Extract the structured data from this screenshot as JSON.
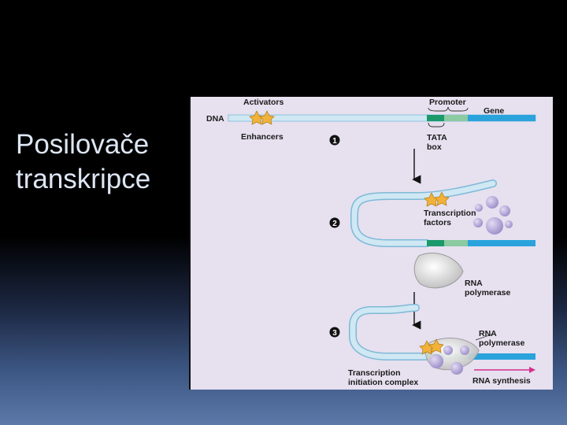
{
  "slide": {
    "title_line1": "Posilovače",
    "title_line2": "transkripce"
  },
  "figure": {
    "labels": {
      "activators": "Activators",
      "promoter": "Promoter",
      "gene": "Gene",
      "dna": "DNA",
      "enhancers": "Enhancers",
      "tata_line1": "TATA",
      "tata_line2": "box",
      "tf_line1": "Transcription",
      "tf_line2": "factors",
      "pol_line1": "RNA",
      "pol_line2": "polymerase",
      "pol3_line1": "RNA",
      "pol3_line2": "polymerase",
      "complex_line1": "Transcription",
      "complex_line2": "initiation complex",
      "synthesis": "RNA synthesis"
    },
    "steps": [
      "1",
      "2",
      "3"
    ],
    "colors": {
      "background": "#e6e0ef",
      "dna_light": "#cfe8f4",
      "dna_blue": "#2aa3dc",
      "promoter_green": "#1a9a6a",
      "promoter_light_green": "#8ccaa1",
      "activator_orange": "#f2b23a",
      "factor_purple": "#b4a7d6",
      "rna_arrow": "#d62f8c"
    }
  }
}
